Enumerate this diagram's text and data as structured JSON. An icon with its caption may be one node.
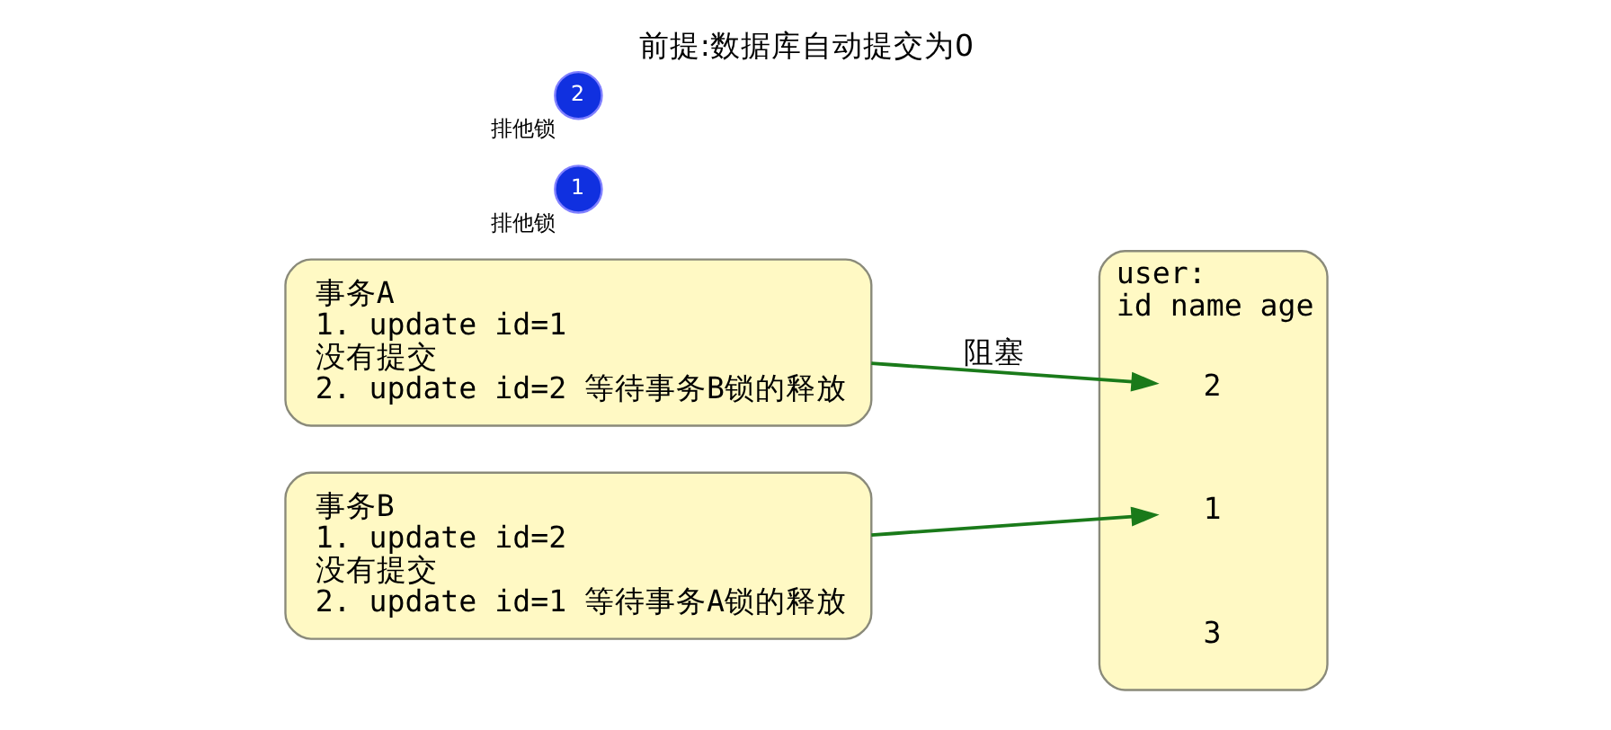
{
  "diagram": {
    "title": "前提:数据库自动提交为0",
    "nodes": [
      {
        "text": [
          "事务A",
          "1. update id=1",
          "没有提交",
          "2. update id=2 等待事务B锁的释放"
        ]
      },
      {
        "text": [
          "事务B",
          "1. update id=2",
          "没有提交",
          "2. update id=1 等待事务A锁的释放"
        ]
      },
      {
        "text": [
          "user:",
          "id name age"
        ]
      },
      {
        "text": [
          "1"
        ],
        "in": 2
      },
      {
        "text": [
          "2"
        ],
        "in": 2
      },
      {
        "text": [
          "3"
        ],
        "in": 2
      },
      {
        "text": [
          "1"
        ],
        "beside": [
          "排他锁"
        ]
      },
      {
        "text": [
          "2"
        ],
        "beside": [
          "排他锁"
        ]
      }
    ],
    "edges": [
      {
        "from": 0,
        "to": 4,
        "arrow": "to",
        "label": "阻塞"
      },
      {
        "from": 1,
        "to": 3,
        "arrow": "to"
      }
    ]
  }
}
